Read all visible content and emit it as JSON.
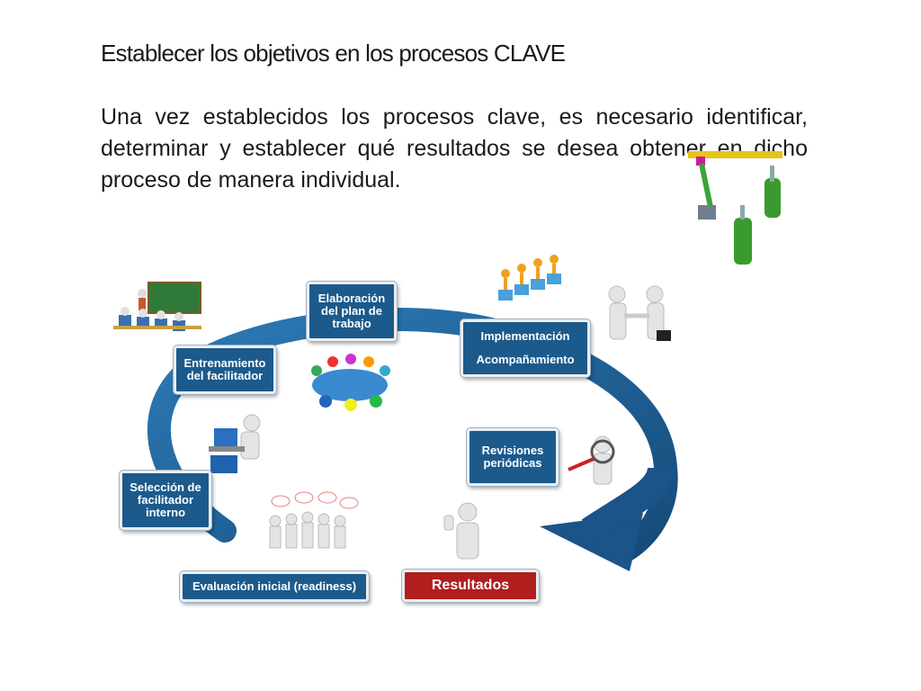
{
  "slide": {
    "title": "Establecer los objetivos en los procesos CLAVE",
    "paragraph": "Una vez establecidos los procesos clave, es necesario identificar, determinar y establecer qué resultados se desea obtener en dicho proceso de manera individual."
  },
  "cycle": {
    "steps": [
      {
        "id": "elaboracion",
        "label": "Elaboración\ndel plan de\ntrabajo"
      },
      {
        "id": "implementacion",
        "label": "Implementación",
        "label2": "Acompañamiento"
      },
      {
        "id": "entrenamiento",
        "label": "Entrenamiento\ndel facilitador"
      },
      {
        "id": "revisiones",
        "label": "Revisiones\nperiódicas"
      },
      {
        "id": "seleccion",
        "label": "Selección de\nfacilitador\ninterno"
      },
      {
        "id": "evaluacion",
        "label": "Evaluación inicial (readiness)"
      },
      {
        "id": "resultados",
        "label": "Resultados"
      }
    ]
  },
  "colors": {
    "arrow": "#1c5a8c",
    "box": "#1c5a8c",
    "result": "#b01e1e"
  },
  "icons": [
    "classroom-icon",
    "puzzle-people-icon",
    "handshake-icon",
    "round-table-icon",
    "laptop-person-icon",
    "magnifier-person-icon",
    "crowd-speech-icon",
    "thumbs-up-person-icon",
    "gears-icon"
  ]
}
